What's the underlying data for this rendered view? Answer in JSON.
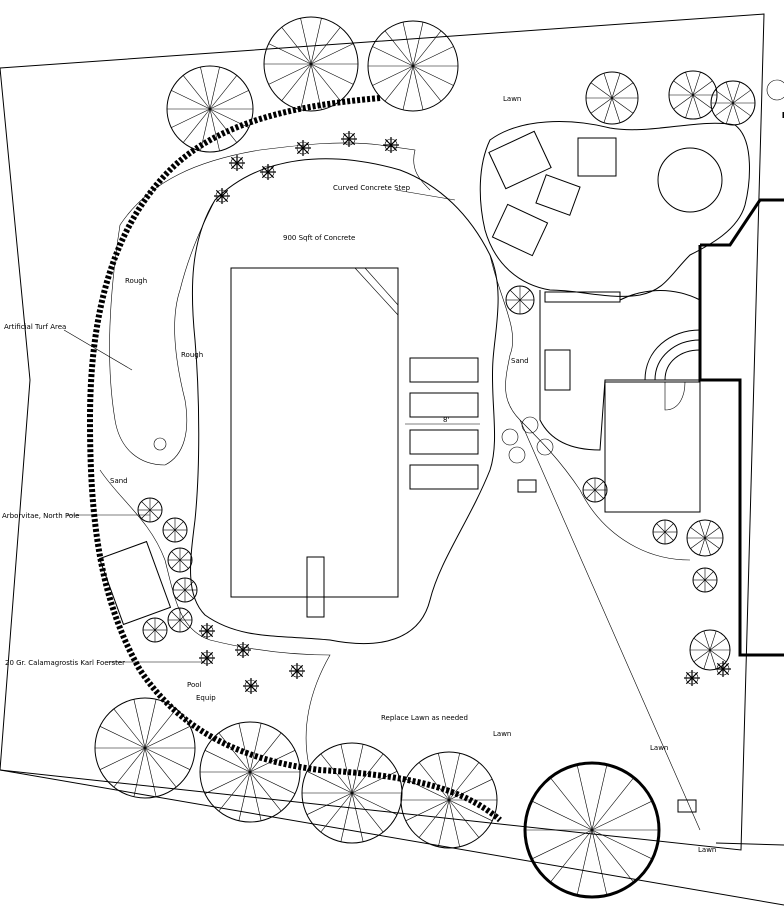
{
  "labels": {
    "lawn_top": "Lawn",
    "curved_step": "Curved Concrete Step",
    "concrete": "900 Sqft of Concrete",
    "rough_1": "Rough",
    "rough_2": "Rough",
    "artificial_turf": "Artificial Turf Area",
    "sand_1": "Sand",
    "sand_2": "Sand",
    "arborvitae": "Arborvitae, North Pole",
    "calamagrostis": "20 Gr. Calamagrostis Karl Foerster",
    "pool_equip_1": "Pool",
    "pool_equip_2": "Equip",
    "replace_lawn": "Replace Lawn as needed",
    "lawn_mid": "Lawn",
    "lawn_right": "Lawn",
    "lawn_bottom": "Lawn",
    "dimension": "8'"
  },
  "icons": {
    "tree": "large-canopy-tree-icon",
    "shrub": "shrub-icon",
    "grass": "ornamental-grass-icon",
    "chair": "lounge-chair-icon",
    "umbrella": "patio-umbrella-icon",
    "fire_pit": "fire-pit-icon"
  }
}
